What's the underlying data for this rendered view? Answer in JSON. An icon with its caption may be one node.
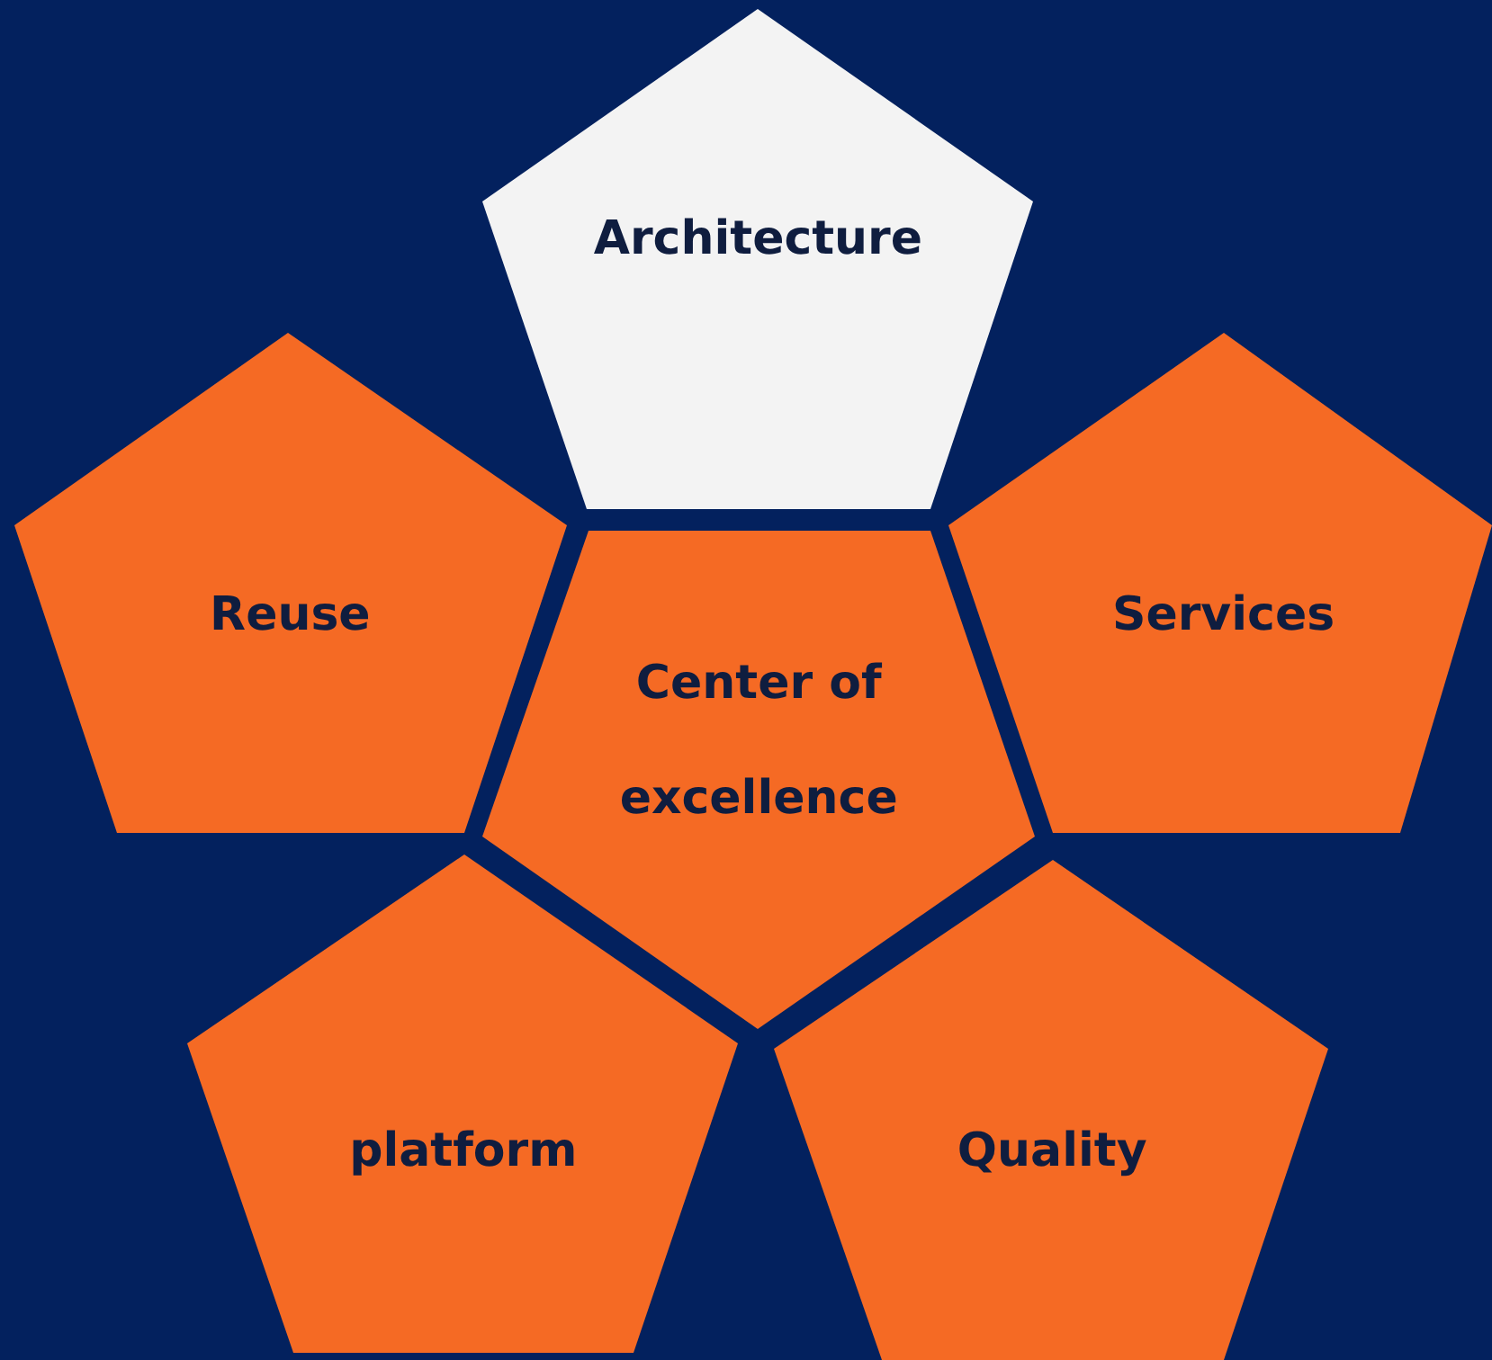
{
  "diagram": {
    "nodes": [
      {
        "text": [
          "Architecture"
        ]
      },
      {
        "text": [
          "Reuse"
        ]
      },
      {
        "text": [
          "Center of excellence"
        ]
      },
      {
        "text": [
          "Services"
        ]
      },
      {
        "text": [
          "platform"
        ]
      },
      {
        "text": [
          "Quality"
        ]
      }
    ]
  }
}
